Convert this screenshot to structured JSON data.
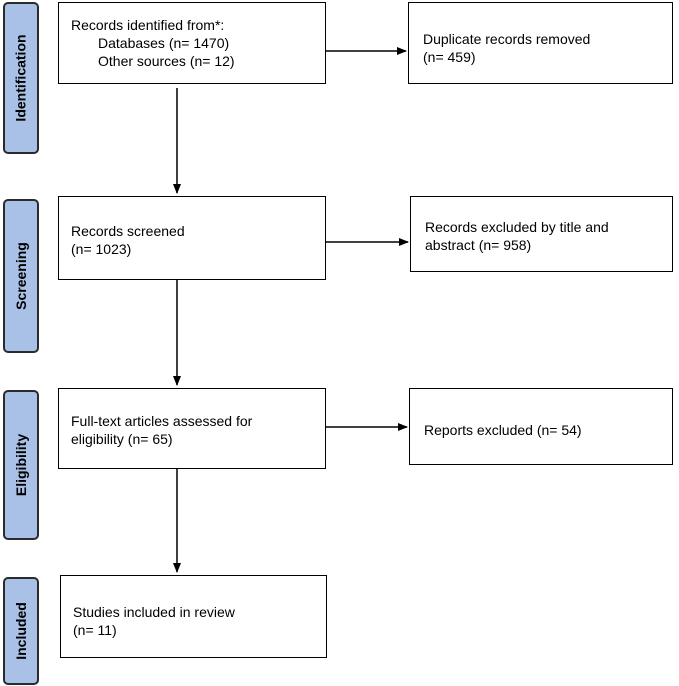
{
  "stages": {
    "identification": "Identification",
    "screening": "Screening",
    "eligibility": "Eligibility",
    "included": "Included"
  },
  "identification": {
    "records_title": "Records identified from*:",
    "databases": "Databases (n= 1470)",
    "other_sources": "Other sources (n= 12)",
    "duplicates_line1": "Duplicate records removed",
    "duplicates_line2": "(n= 459)"
  },
  "screening": {
    "screened_line1": "Records screened",
    "screened_line2": "(n= 1023)",
    "excluded_line1": "Records excluded by title and",
    "excluded_line2": "abstract (n= 958)"
  },
  "eligibility": {
    "assessed_line1": "Full-text articles assessed for",
    "assessed_line2": "eligibility (n= 65)",
    "excluded_line1": "Reports excluded (n= 54)"
  },
  "included": {
    "studies_line1": "Studies included in review",
    "studies_line2": "(n= 11)"
  },
  "colors": {
    "stage_fill": "#a9c1e6",
    "stage_border": "#2b2b2b",
    "box_border": "#000000",
    "arrow": "#000000"
  }
}
